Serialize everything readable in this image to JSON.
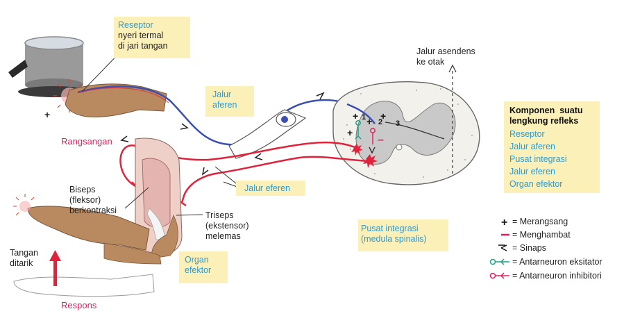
{
  "labels": {
    "receptor_title": "Reseptor",
    "receptor_desc": "nyeri termal\ndi jari tangan",
    "afferent": "Jalur\naferen",
    "ascending": "Jalur asendens\nke otak",
    "stimulus": "Rangsangan",
    "biceps": "Biseps\n(fleksor)\nberkontraksi",
    "efferent": "Jalur eferen",
    "triceps": "Triseps\n(ekstensor)\nmelemas",
    "integration": "Pusat integrasi\n(medula spinalis)",
    "organ": "Organ\nefektor",
    "hand": "Tangan\nditarik",
    "response": "Respons",
    "n1": "1",
    "n2": "2",
    "n3": "3"
  },
  "components": {
    "title": "Komponen  suatu\nlengkung refleks",
    "items": [
      "Reseptor",
      "Jalur aferen",
      "Pusat integrasi",
      "Jalur eferen",
      "Organ efektor"
    ]
  },
  "legend": [
    {
      "symbol": "plus",
      "text": "= Merangsang"
    },
    {
      "symbol": "minus",
      "text": "= Menghambat"
    },
    {
      "symbol": "synapse",
      "text": "= Sinaps"
    },
    {
      "symbol": "excitatory",
      "text": "= Antarneuron eksitator"
    },
    {
      "symbol": "inhibitory",
      "text": "= Antarneuron inhibitori"
    }
  ],
  "colors": {
    "afferent": "#3a4fb0",
    "efferent": "#e0233a",
    "cyan_text": "#2b9ad6",
    "highlight": "#fbf0b8",
    "interneuron_excitatory": "#1aa08a",
    "interneuron_inhibitory": "#e0215c",
    "skin": "#b98a60"
  }
}
